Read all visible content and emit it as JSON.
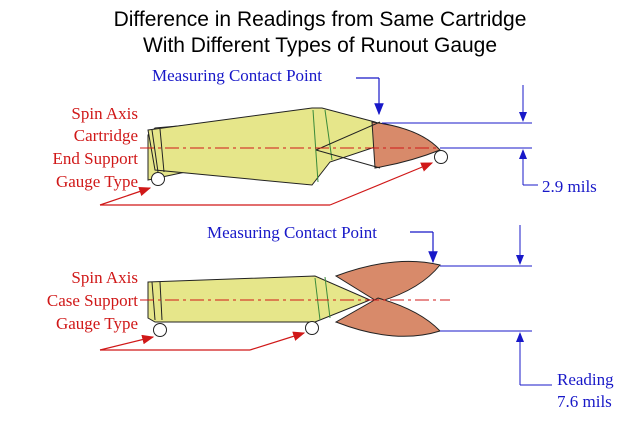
{
  "title": {
    "line1": "Difference in Readings from Same Cartridge",
    "line2": "With Different Types of Runout Gauge"
  },
  "top_diagram": {
    "contact_label": "Measuring Contact Point",
    "type_label": [
      "Spin Axis",
      "Cartridge",
      "End Support",
      "Gauge Type"
    ],
    "reading": "2.9 mils"
  },
  "bottom_diagram": {
    "contact_label": "Measuring Contact Point",
    "type_label": [
      "Spin Axis",
      "Case Support",
      "Gauge Type"
    ],
    "reading": [
      "Reading",
      "7.6 mils"
    ]
  },
  "colors": {
    "case": "#e6e68a",
    "bullet": "#d88a6a",
    "outline": "#222222",
    "label_red": "#d01818",
    "dim_blue": "#1818c8"
  }
}
